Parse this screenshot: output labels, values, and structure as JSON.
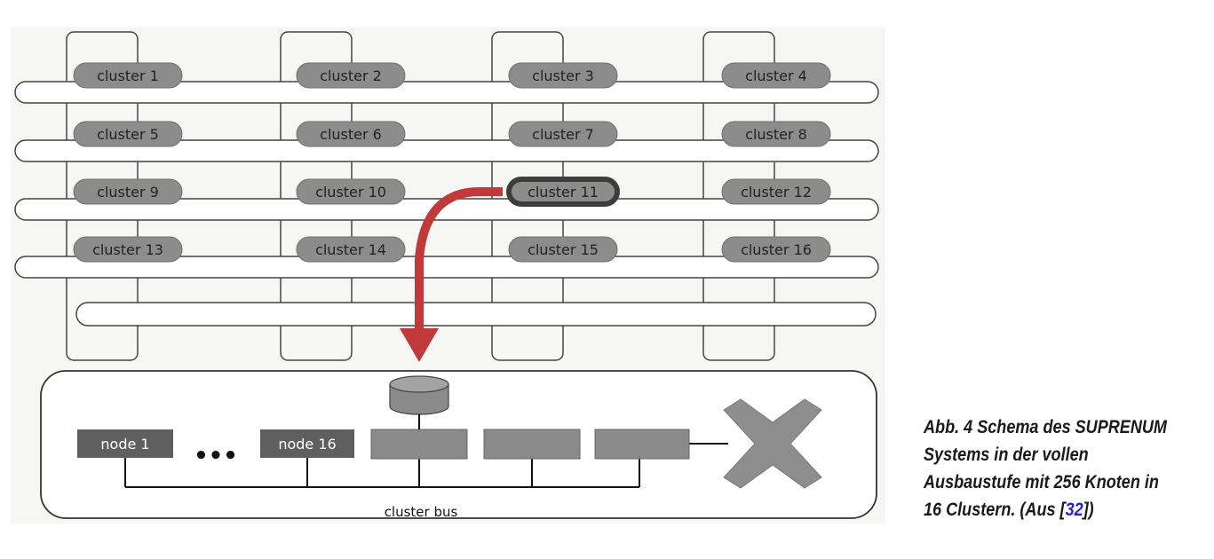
{
  "diagram": {
    "clusters": [
      "cluster 1",
      "cluster 2",
      "cluster 3",
      "cluster 4",
      "cluster 5",
      "cluster 6",
      "cluster 7",
      "cluster 8",
      "cluster 9",
      "cluster 10",
      "cluster 11",
      "cluster 12",
      "cluster 13",
      "cluster 14",
      "cluster 15",
      "cluster 16"
    ],
    "highlighted_cluster": "cluster 11",
    "nodes": {
      "first": "node 1",
      "ellipsis": "•••",
      "last": "node 16"
    },
    "bus_label": "cluster bus",
    "colors": {
      "cluster_fill": "#8c8c8c",
      "node_fill": "#5f5f5f",
      "highlight_outline": "#3d3d3d",
      "arrow": "#c0393b",
      "component_fill": "#8a8a8a"
    }
  },
  "caption": {
    "text": "Abb. 4 Schema des SUPRENUM Systems in der vollen Ausbaustufe mit 256 Knoten in 16 Clustern. (Aus [",
    "ref": "32",
    "suffix": "])"
  }
}
